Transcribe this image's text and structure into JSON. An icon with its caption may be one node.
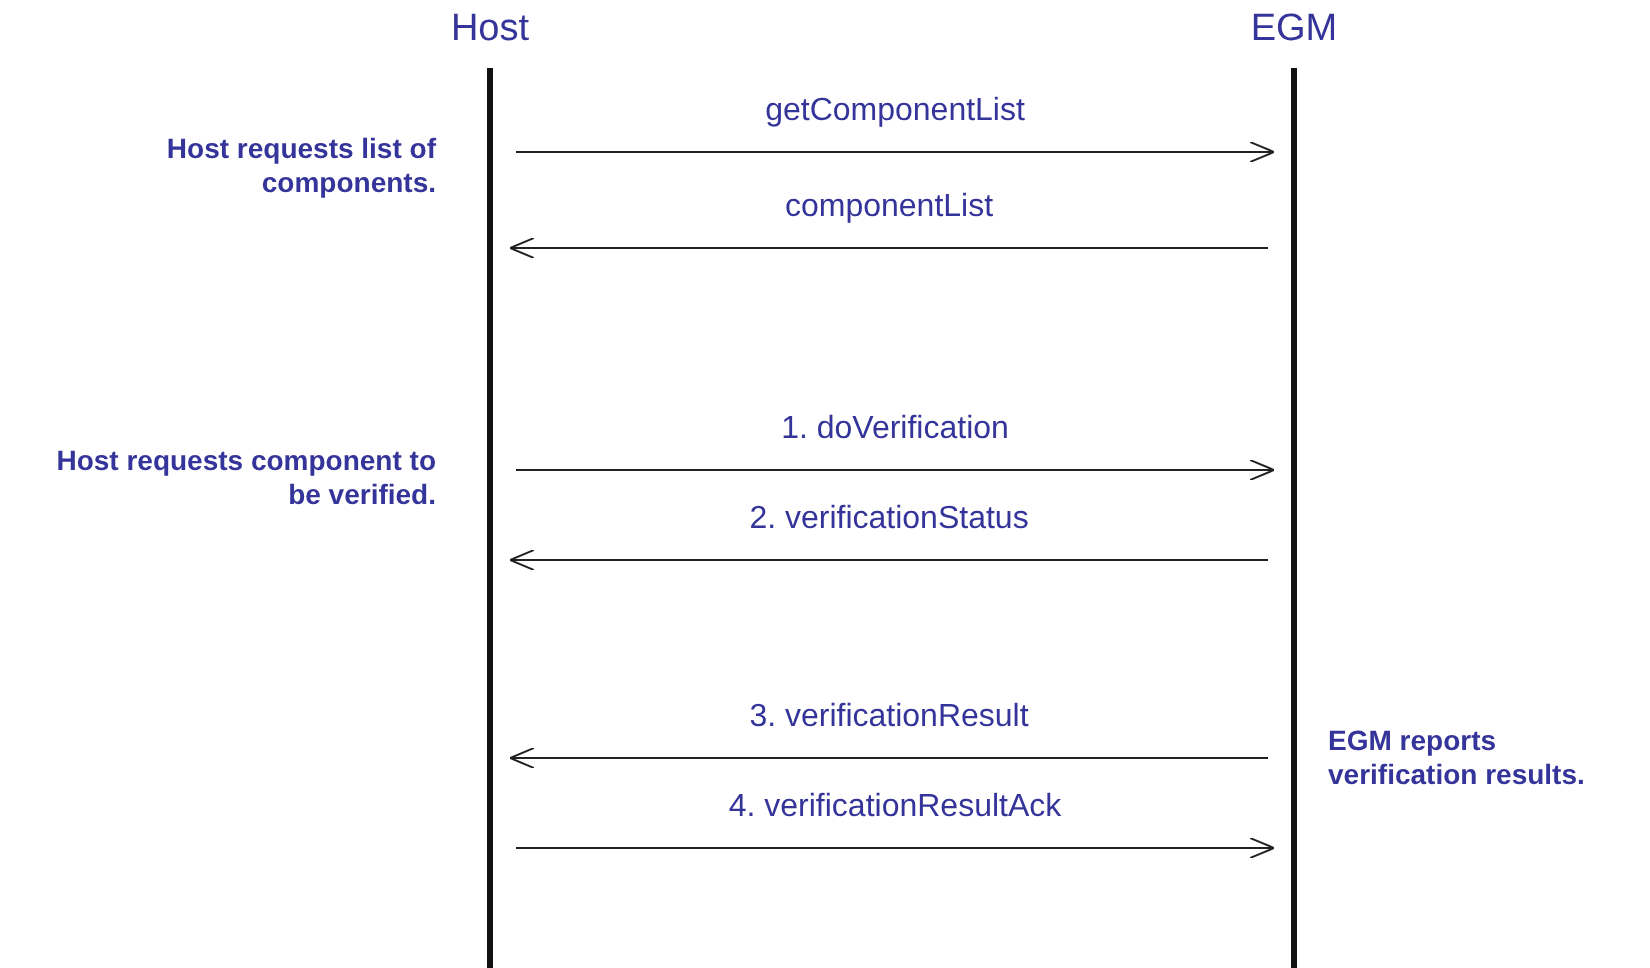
{
  "diagram": {
    "nodes": [
      {
        "text": [
          "Host"
        ]
      },
      {
        "text": [
          "EGM"
        ]
      }
    ],
    "edges": [
      {
        "from": 0,
        "to": 1,
        "arrow": "to",
        "label": "getComponentList"
      },
      {
        "from": 1,
        "to": 0,
        "arrow": "to",
        "label": "componentList"
      },
      {
        "from": 0,
        "to": 1,
        "arrow": "to",
        "label": "1. doVerification"
      },
      {
        "from": 1,
        "to": 0,
        "arrow": "to",
        "label": "2. verificationStatus"
      },
      {
        "from": 1,
        "to": 0,
        "arrow": "to",
        "label": "3. verificationResult"
      },
      {
        "from": 0,
        "to": 1,
        "arrow": "to",
        "label": "4. verificationResultAck"
      }
    ],
    "labels": [
      "Host requests list of components.",
      "Host requests component to be verified.",
      "EGM reports verification results."
    ]
  }
}
